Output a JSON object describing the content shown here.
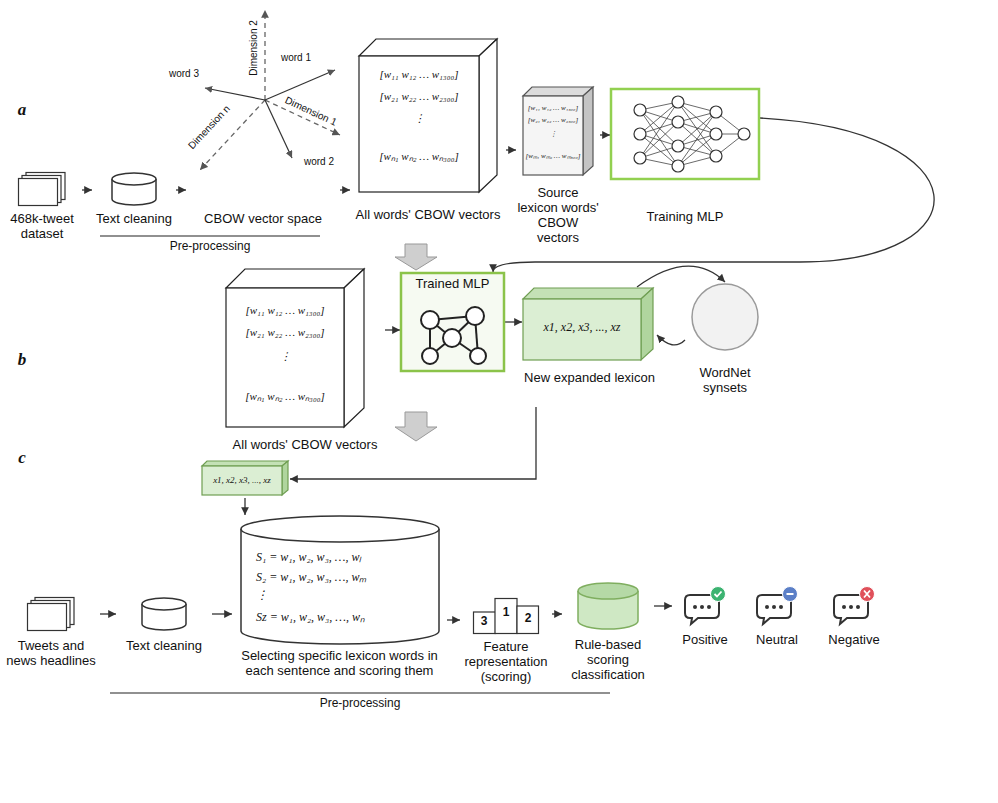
{
  "diagram": {
    "nodes": [
      {
        "text": [
          "468k-tweet dataset"
        ]
      },
      {
        "text": [
          "Text cleaning"
        ]
      },
      {
        "text": [
          "CBOW vector space"
        ]
      },
      {
        "text": [
          "[w₁₁ w₁₂ … w₁₃₀₀]",
          "[w₂₁ w₂₂ … w₂₃₀₀]",
          "⋮",
          "[wₙ₁ wₙ₂ … wₙ₃₀₀]",
          "All words' CBOW vectors"
        ]
      },
      {
        "text": [
          "[w₁₁ w₁₂ … w₁₃₀₀]",
          "[w₂₁ w₂₂ … w₂₃₀₀]",
          "⋮",
          "[wₘ₁ wₘ₂ … wₘ₃₀₀]",
          "Source lexicon words' CBOW vectors"
        ]
      },
      {
        "text": [
          "Training MLP"
        ]
      },
      {
        "text": [
          "[w₁₁ w₁₂ … w₁₃₀₀]",
          "[w₂₁ w₂₂ … w₂₃₀₀]",
          "⋮",
          "[wₙ₁ wₙ₂ … wₙ₃₀₀]",
          "All words' CBOW vectors"
        ]
      },
      {
        "text": [
          "Trained MLP"
        ]
      },
      {
        "text": [
          "x1, x2, x3, ..., xz",
          "New expanded lexicon"
        ]
      },
      {
        "text": [
          "WordNet synsets"
        ]
      },
      {
        "text": [
          "x1, x2, x3, ..., xz"
        ]
      },
      {
        "text": [
          "Tweets and news headlines"
        ]
      },
      {
        "text": [
          "Text cleaning"
        ]
      },
      {
        "text": [
          "S₁ = w₁, w₂, w₃, …, wₗ",
          "S₂ = w₁, w₂, w₃, …, wₘ",
          "⋮",
          "Sz = w₁, w₂, w₃, …, wₙ",
          "Selecting specific lexicon words in each sentence and scoring them"
        ]
      },
      {
        "text": [
          "3",
          "1",
          "2",
          "Feature representation (scoring)"
        ]
      },
      {
        "text": [
          "Rule-based scoring classification"
        ]
      },
      {
        "text": [
          "Positive"
        ]
      },
      {
        "text": [
          "Neutral"
        ]
      },
      {
        "text": [
          "Negative"
        ]
      }
    ],
    "edges": [
      {
        "from": 0,
        "to": 1,
        "arrow": "to"
      },
      {
        "from": 1,
        "to": 2,
        "arrow": "to"
      },
      {
        "from": 2,
        "to": 3,
        "arrow": "to"
      },
      {
        "from": 3,
        "to": 4,
        "arrow": "to"
      },
      {
        "from": 4,
        "to": 5,
        "arrow": "to"
      },
      {
        "from": 5,
        "to": 7,
        "arrow": "to"
      },
      {
        "from": 6,
        "to": 7,
        "arrow": "to"
      },
      {
        "from": 7,
        "to": 8,
        "arrow": "to"
      },
      {
        "from": 8,
        "to": 9,
        "arrow": "to"
      },
      {
        "from": 9,
        "to": 8,
        "arrow": "to"
      },
      {
        "from": 8,
        "to": 10,
        "arrow": "to"
      },
      {
        "from": 10,
        "to": 13,
        "arrow": "to"
      },
      {
        "from": 11,
        "to": 12,
        "arrow": "to"
      },
      {
        "from": 12,
        "to": 13,
        "arrow": "to"
      },
      {
        "from": 13,
        "to": 14,
        "arrow": "to"
      },
      {
        "from": 14,
        "to": 15,
        "arrow": "to"
      },
      {
        "from": 15,
        "to": 16,
        "arrow": "to"
      }
    ],
    "labels": [
      "a",
      "b",
      "c",
      "Pre-processing",
      "Pre-processing",
      "Dimension 2",
      "Dimension 1",
      "Dimension n",
      "word 1",
      "word 2",
      "word 3"
    ]
  }
}
